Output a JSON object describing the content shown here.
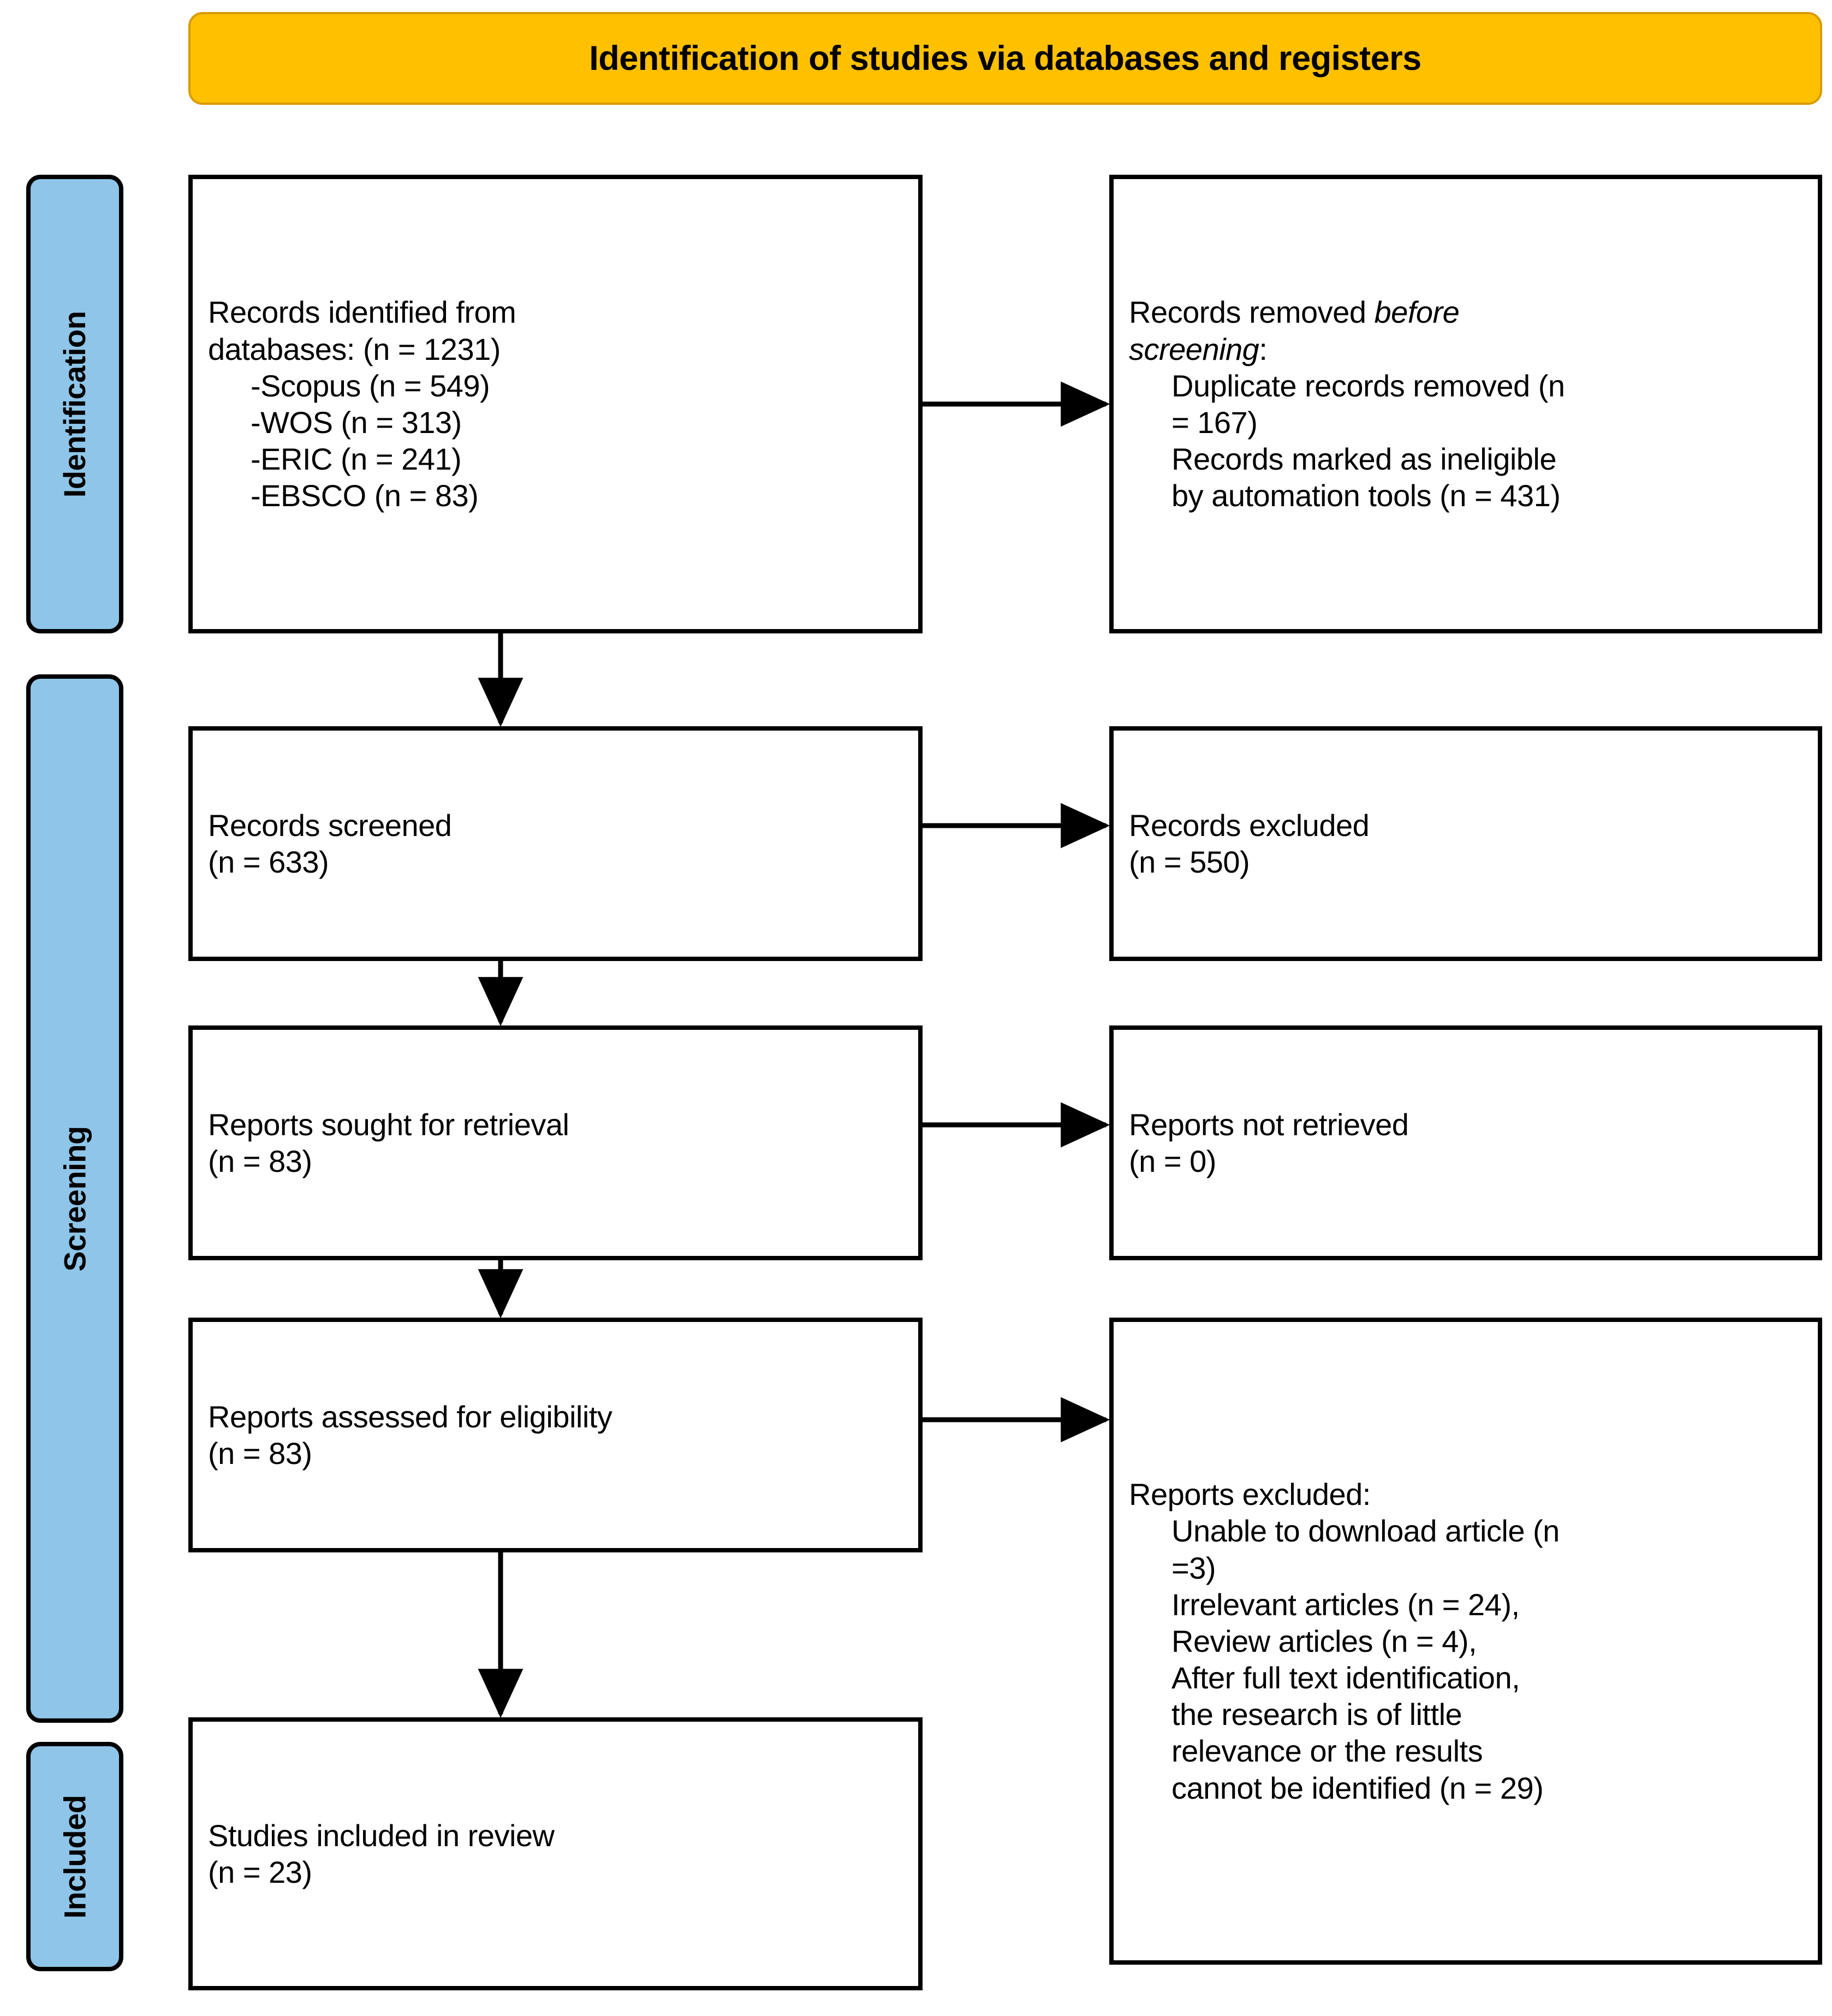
{
  "header": {
    "title": "Identification of studies via databases and registers",
    "background_color": "#FFC000"
  },
  "stages": {
    "band_color": "#8FC5E8",
    "identification": "Identification",
    "screening": "Screening",
    "included": "Included"
  },
  "boxes": {
    "identified": {
      "line1": "Records identified from",
      "line2": "databases: (n = 1231)",
      "sub1": "-Scopus (n = 549)",
      "sub2": "-WOS (n = 313)",
      "sub3": "-ERIC (n = 241)",
      "sub4": "-EBSCO (n = 83)"
    },
    "removed_before_screening": {
      "line1": "Records removed ",
      "italic1": "before",
      "italic2": "screening",
      "colon": ":",
      "sub1": "Duplicate records removed (n",
      "sub2": "= 167)",
      "sub3": "Records marked as ineligible",
      "sub4": "by automation tools (n = 431)"
    },
    "screened": {
      "line1": "Records screened",
      "line2": "(n = 633)"
    },
    "records_excluded": {
      "line1": "Records excluded",
      "line2": "(n = 550)"
    },
    "sought_for_retrieval": {
      "line1": "Reports sought for retrieval",
      "line2": "(n = 83)"
    },
    "not_retrieved": {
      "line1": "Reports not retrieved",
      "line2": "(n = 0)"
    },
    "assessed_for_eligibility": {
      "line1": "Reports assessed for eligibility",
      "line2": "(n = 83)"
    },
    "reports_excluded": {
      "line1": "Reports excluded:",
      "sub1": "Unable to download article (n",
      "sub2": "=3)",
      "sub3": "Irrelevant articles (n = 24),",
      "sub4": "Review articles (n = 4),",
      "sub5": "After full text identification,",
      "sub6": "the research is of little",
      "sub7": "relevance or the results",
      "sub8": "cannot be identified (n = 29)"
    },
    "studies_included": {
      "line1": "Studies included in review",
      "line2": "(n = 23)"
    }
  },
  "chart_data": {
    "type": "diagram",
    "title": "Identification of studies via databases and registers",
    "nodes": [
      {
        "id": "identified",
        "stage": "Identification",
        "label": "Records identified from databases",
        "n": 1231,
        "breakdown": [
          {
            "source": "Scopus",
            "n": 549
          },
          {
            "source": "WOS",
            "n": 313
          },
          {
            "source": "ERIC",
            "n": 241
          },
          {
            "source": "EBSCO",
            "n": 83
          }
        ]
      },
      {
        "id": "removed_before_screening",
        "stage": "Identification",
        "label": "Records removed before screening",
        "breakdown": [
          {
            "reason": "Duplicate records removed",
            "n": 167
          },
          {
            "reason": "Records marked as ineligible by automation tools",
            "n": 431
          }
        ]
      },
      {
        "id": "screened",
        "stage": "Screening",
        "label": "Records screened",
        "n": 633
      },
      {
        "id": "records_excluded",
        "stage": "Screening",
        "label": "Records excluded",
        "n": 550
      },
      {
        "id": "sought_for_retrieval",
        "stage": "Screening",
        "label": "Reports sought for retrieval",
        "n": 83
      },
      {
        "id": "not_retrieved",
        "stage": "Screening",
        "label": "Reports not retrieved",
        "n": 0
      },
      {
        "id": "assessed_for_eligibility",
        "stage": "Screening",
        "label": "Reports assessed for eligibility",
        "n": 83
      },
      {
        "id": "reports_excluded",
        "stage": "Screening",
        "label": "Reports excluded",
        "breakdown": [
          {
            "reason": "Unable to download article",
            "n": 3
          },
          {
            "reason": "Irrelevant articles",
            "n": 24
          },
          {
            "reason": "Review articles",
            "n": 4
          },
          {
            "reason": "After full text identification, the research is of little relevance or the results cannot be identified",
            "n": 29
          }
        ]
      },
      {
        "id": "studies_included",
        "stage": "Included",
        "label": "Studies included in review",
        "n": 23
      }
    ],
    "edges": [
      {
        "from": "identified",
        "to": "removed_before_screening",
        "direction": "right"
      },
      {
        "from": "identified",
        "to": "screened",
        "direction": "down"
      },
      {
        "from": "screened",
        "to": "records_excluded",
        "direction": "right"
      },
      {
        "from": "screened",
        "to": "sought_for_retrieval",
        "direction": "down"
      },
      {
        "from": "sought_for_retrieval",
        "to": "not_retrieved",
        "direction": "right"
      },
      {
        "from": "sought_for_retrieval",
        "to": "assessed_for_eligibility",
        "direction": "down"
      },
      {
        "from": "assessed_for_eligibility",
        "to": "reports_excluded",
        "direction": "right"
      },
      {
        "from": "assessed_for_eligibility",
        "to": "studies_included",
        "direction": "down"
      }
    ]
  }
}
